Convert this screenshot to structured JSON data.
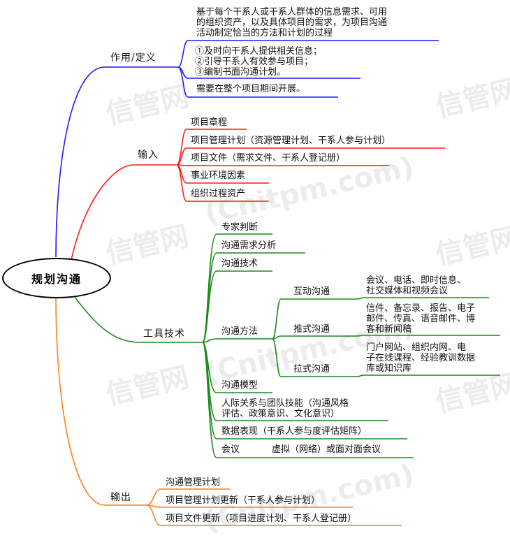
{
  "root": {
    "label": "规划沟通"
  },
  "branches": {
    "purpose": {
      "label": "作用/定义",
      "color": "#1a1aff",
      "definition": [
        "基于每个干系人或干系人群体的信息需求、可用",
        "的组织资产，以及具体项目的需求，为项目沟通",
        "活动制定恰当的方法和计划的过程"
      ],
      "roles": [
        "①及时向干系人提供相关信息；",
        "②引导干系人有效参与项目；",
        "③编制书面沟通计划。"
      ],
      "note": "需要在整个项目期间开展。"
    },
    "inputs": {
      "label": "输入",
      "color": "#ff1a1a",
      "items": [
        "项目章程",
        "项目管理计划（资源管理计划、干系人参与计划）",
        "项目文件（需求文件、干系人登记册）",
        "事业环境因素",
        "组织过程资产"
      ]
    },
    "tools": {
      "label": "工具技术",
      "color": "#1a8a1a",
      "expert": "专家判断",
      "needs": "沟通需求分析",
      "tech": "沟通技术",
      "methods": {
        "label": "沟通方法",
        "interactive": {
          "label": "互动沟通",
          "desc": [
            "会议、电话、即时信息、",
            "社交媒体和视频会议"
          ]
        },
        "push": {
          "label": "推式沟通",
          "desc": [
            "信件、备忘录、报告、电子",
            "邮件、传真、语音邮件、博",
            "客和新闻稿"
          ]
        },
        "pull": {
          "label": "拉式沟通",
          "desc": [
            "门户网站、组织内网、电",
            "子在线课程、经验教训数据",
            "库或知识库"
          ]
        }
      },
      "models": "沟通模型",
      "interpersonal": [
        "人际关系与团队技能（沟通风格",
        "评估、政策意识、文化意识）"
      ],
      "data_rep": "数据表现（干系人参与度评估矩阵）",
      "meetings": {
        "label": "会议",
        "desc": "虚拟（网络）或面对面会议"
      }
    },
    "outputs": {
      "label": "输出",
      "color": "#ff7f1a",
      "items": [
        "沟通管理计划",
        "项目管理计划更新（干系人参与计划）",
        "项目文件更新（项目进度计划、干系人登记册）"
      ]
    }
  },
  "watermark": {
    "logo": "信管网",
    "url": "(Cnitpm.com)"
  }
}
